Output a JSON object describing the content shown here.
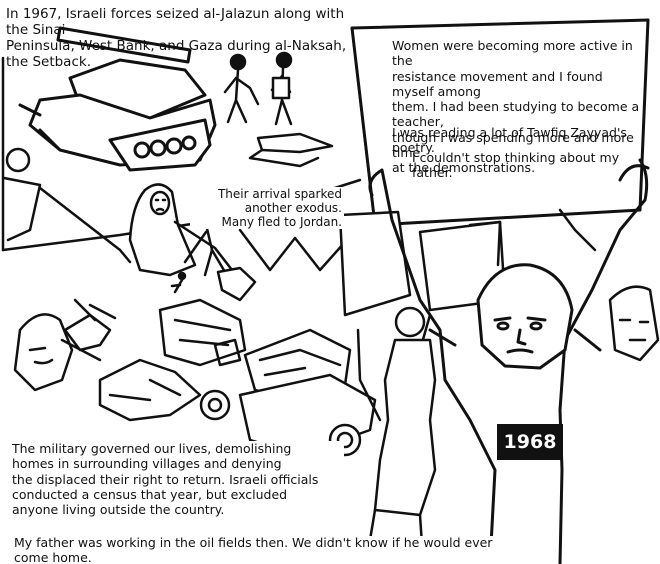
{
  "panels": {
    "top_left_caption": "In 1967, Israeli forces seized al-Jalazun along with the Sinai\nPeninsula, West Bank, and Gaza during al-Naksah, the Setback.",
    "arrival_caption": "Their arrival sparked another exodus.\nMany fled to Jordan.",
    "sign_paragraph_1": "Women were becoming more active in the\nresistance movement and I found myself among\nthem. I had been studying to become a teacher,\nthough I was spending more and more time\nat the demonstrations.",
    "sign_paragraph_2": "I was reading a lot of Tawfiq Zayyad's poetry.",
    "sign_paragraph_3": "I couldn't stop thinking about my father.",
    "military_caption": "The military governed our lives, demolishing\nhomes in surrounding villages and denying\nthe displaced their right to return. Israeli officials\nconducted a census that year, but excluded\nanyone living outside the country.",
    "bottom_caption": "My father was working in the oil fields then. We didn't know if he would ever come home.",
    "year_label": "1968"
  },
  "colors": {
    "ink": "#111111",
    "paper": "#ffffff"
  }
}
